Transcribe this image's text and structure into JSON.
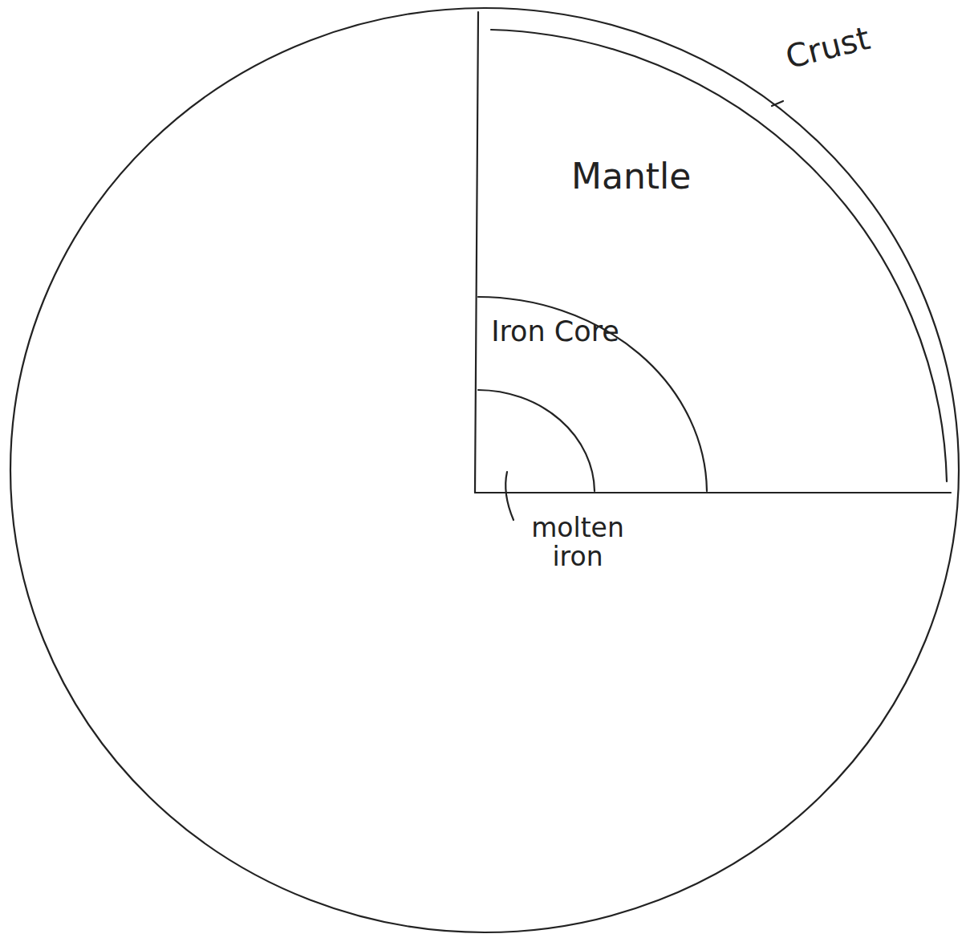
{
  "diagram": {
    "labels": [
      "Crust",
      "Mantle",
      "Iron Core",
      "molten iron"
    ]
  }
}
